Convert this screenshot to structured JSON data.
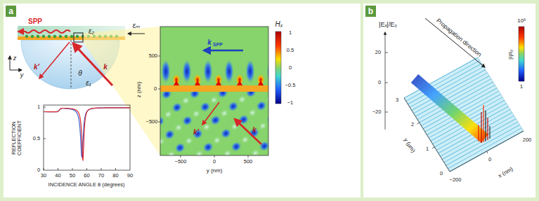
{
  "diagram": {
    "nodes": [
      {
        "text": [
          "a"
        ]
      },
      {
        "text": [
          "b"
        ]
      }
    ],
    "labels": [
      "SPP",
      "ε₂",
      "εₘ",
      "z",
      "y",
      "k′",
      "θ",
      "k",
      "ε₁",
      "REFLECTION COEFFICIENT",
      "1",
      "0.5",
      "0",
      "30",
      "40",
      "50",
      "60",
      "70",
      "80",
      "90",
      "INCIDENCE ANGLE θ (degrees)",
      "Hₓ",
      "1",
      "0.5",
      "0",
      "−0.5",
      "−1",
      "k",
      "SPP",
      "k′",
      "k",
      "z (nm)",
      "500",
      "0",
      "−500",
      "−500",
      "0",
      "500",
      "y (nm)",
      "|Eₓ|/E₀",
      "20",
      "0",
      "−20",
      "Propagation direction",
      "10³",
      "|I|/I₀",
      "1",
      "0",
      "1",
      "2",
      "3",
      "y (μm)",
      "−200",
      "0",
      "200",
      "x (nm)"
    ]
  }
}
